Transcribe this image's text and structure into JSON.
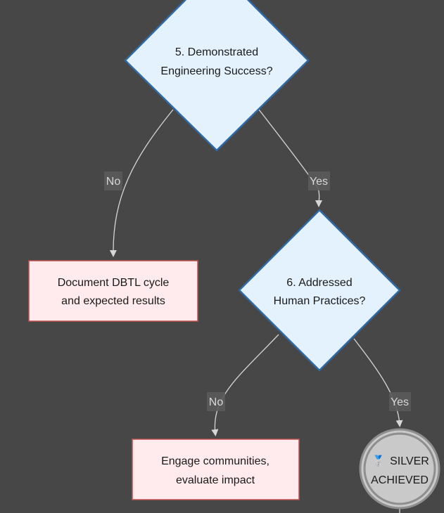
{
  "diagram": {
    "type": "flowchart",
    "nodes": {
      "q5": {
        "shape": "decision",
        "lines": [
          "5. Demonstrated",
          "Engineering Success?"
        ]
      },
      "doc": {
        "shape": "process",
        "lines": [
          "Document DBTL cycle",
          "and expected results"
        ]
      },
      "q6": {
        "shape": "decision",
        "lines": [
          "6. Addressed",
          "Human Practices?"
        ]
      },
      "engage": {
        "shape": "process",
        "lines": [
          "Engage communities,",
          "evaluate impact"
        ]
      },
      "silver": {
        "shape": "terminal",
        "icon": "silver-medal-icon",
        "icon_glyph": "🥈",
        "lines": [
          "SILVER",
          "ACHIEVED"
        ]
      }
    },
    "edges": [
      {
        "from": "q5",
        "to": "doc",
        "label": "No"
      },
      {
        "from": "q5",
        "to": "q6",
        "label": "Yes"
      },
      {
        "from": "q6",
        "to": "engage",
        "label": "No"
      },
      {
        "from": "q6",
        "to": "silver",
        "label": "Yes"
      }
    ],
    "colors": {
      "background": "#474747",
      "decision_fill": "#e3f2fd",
      "decision_stroke": "#2f6aa6",
      "process_fill": "#ffebee",
      "process_stroke": "#c0504d",
      "terminal_fill": "#c9c9c9",
      "terminal_stroke": "#8e8e8e",
      "edge": "#d6d6d6",
      "edge_label_text": "#d8d8d8"
    }
  }
}
